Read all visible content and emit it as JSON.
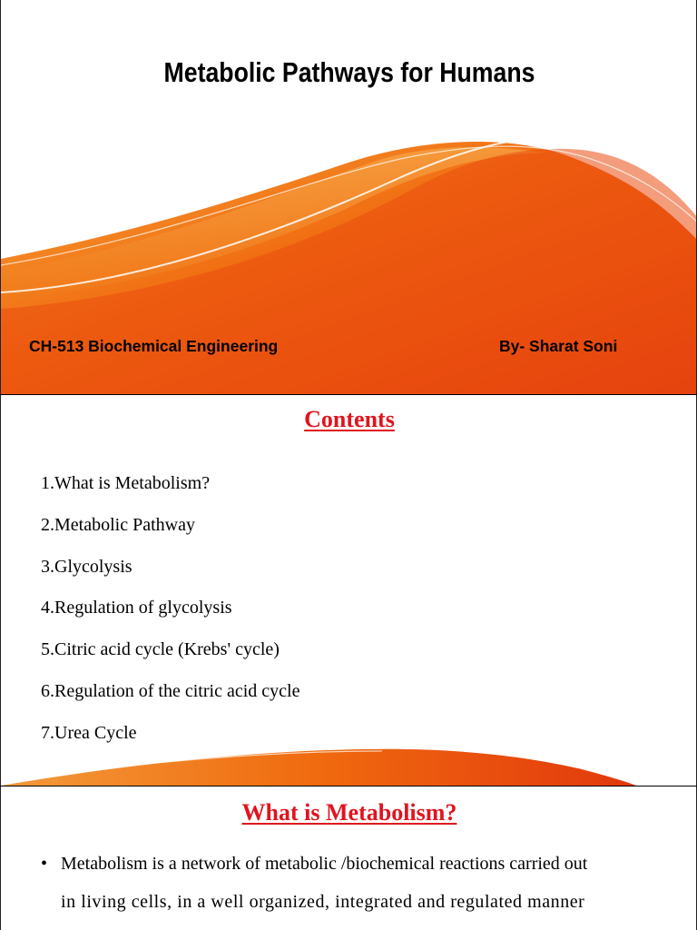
{
  "slides": [
    {
      "title": "Metabolic Pathways for Humans",
      "course": "CH-513 Biochemical Engineering",
      "author": "By- Sharat Soni"
    },
    {
      "heading": "Contents",
      "items": [
        "1.What is Metabolism?",
        "2.Metabolic Pathway",
        "3.Glycolysis",
        "4.Regulation of glycolysis",
        "5.Citric acid cycle (Krebs' cycle)",
        "6.Regulation of the citric acid cycle",
        "7.Urea Cycle"
      ]
    },
    {
      "heading": "What is Metabolism?",
      "bullet": "•",
      "text_line1": "Metabolism is a network of metabolic /biochemical reactions carried out",
      "text_line2": "in living cells, in a well organized, integrated and regulated manner"
    }
  ],
  "colors": {
    "orange": "#f06a0e",
    "red_orange": "#e2380d",
    "heading_red": "#e0141e"
  }
}
